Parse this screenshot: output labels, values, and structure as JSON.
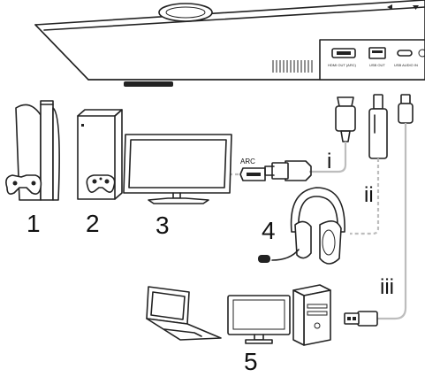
{
  "ports": {
    "hdmi_label": "HDMI OUT (ARC)",
    "usb_label": "USB OUT",
    "audio_label": "USB AUDIO IN"
  },
  "arc_label": "ARC",
  "devices": [
    {
      "number": "1",
      "icon": "playstation-console-icon"
    },
    {
      "number": "2",
      "icon": "xbox-console-icon"
    },
    {
      "number": "3",
      "icon": "tv-monitor-icon"
    },
    {
      "number": "4",
      "icon": "headset-icon"
    },
    {
      "number": "5",
      "icon": "computer-icon"
    }
  ],
  "connections": [
    {
      "label": "i",
      "cable": "hdmi"
    },
    {
      "label": "ii",
      "cable": "usb-dongle"
    },
    {
      "label": "iii",
      "cable": "usb"
    }
  ]
}
